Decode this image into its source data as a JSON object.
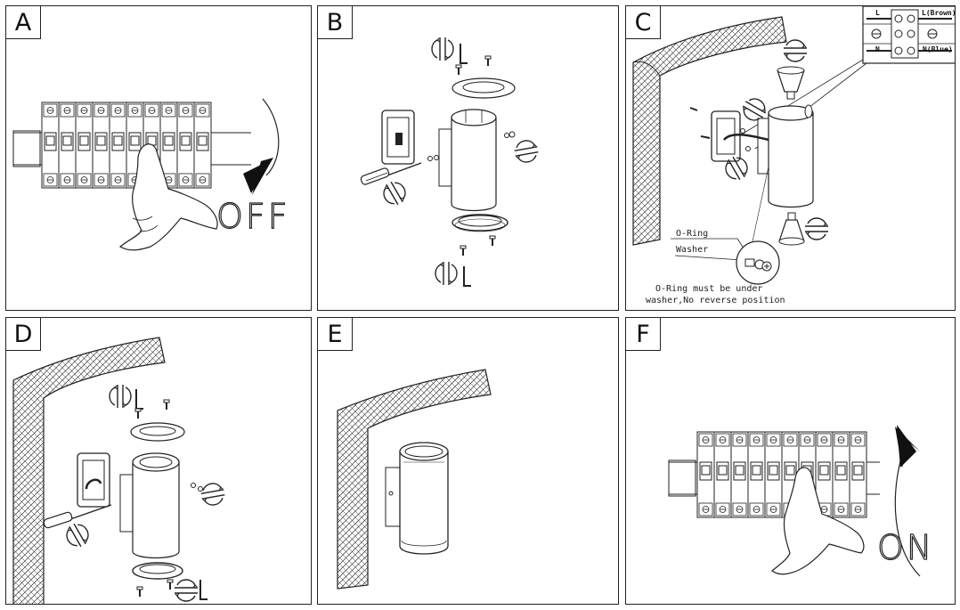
{
  "panels": {
    "a": {
      "label": "A",
      "word": "OFF"
    },
    "b": {
      "label": "B"
    },
    "c": {
      "label": "C",
      "live_terminal": "L",
      "live_wire": "L(Brown)",
      "neutral_terminal": "N",
      "neutral_wire": "N(Blue)",
      "oring_label": "O-Ring",
      "washer_label": "Washer",
      "note_line1": "O-Ring must be under",
      "note_line2": "washer,No reverse position"
    },
    "d": {
      "label": "D"
    },
    "e": {
      "label": "E"
    },
    "f": {
      "label": "F",
      "word": "ON"
    }
  },
  "colors": {
    "stroke": "#222222",
    "background": "#ffffff"
  },
  "icons": [
    "breaker-panel-icon",
    "hand-icon",
    "rotation-arrow-icon",
    "screwdriver-icon",
    "allen-key-icon",
    "screw-icon",
    "lamp-cylinder-icon",
    "wall-bracket-icon",
    "wall-icon",
    "gu10-bulb-icon",
    "terminal-block-icon",
    "magnifier-icon"
  ]
}
